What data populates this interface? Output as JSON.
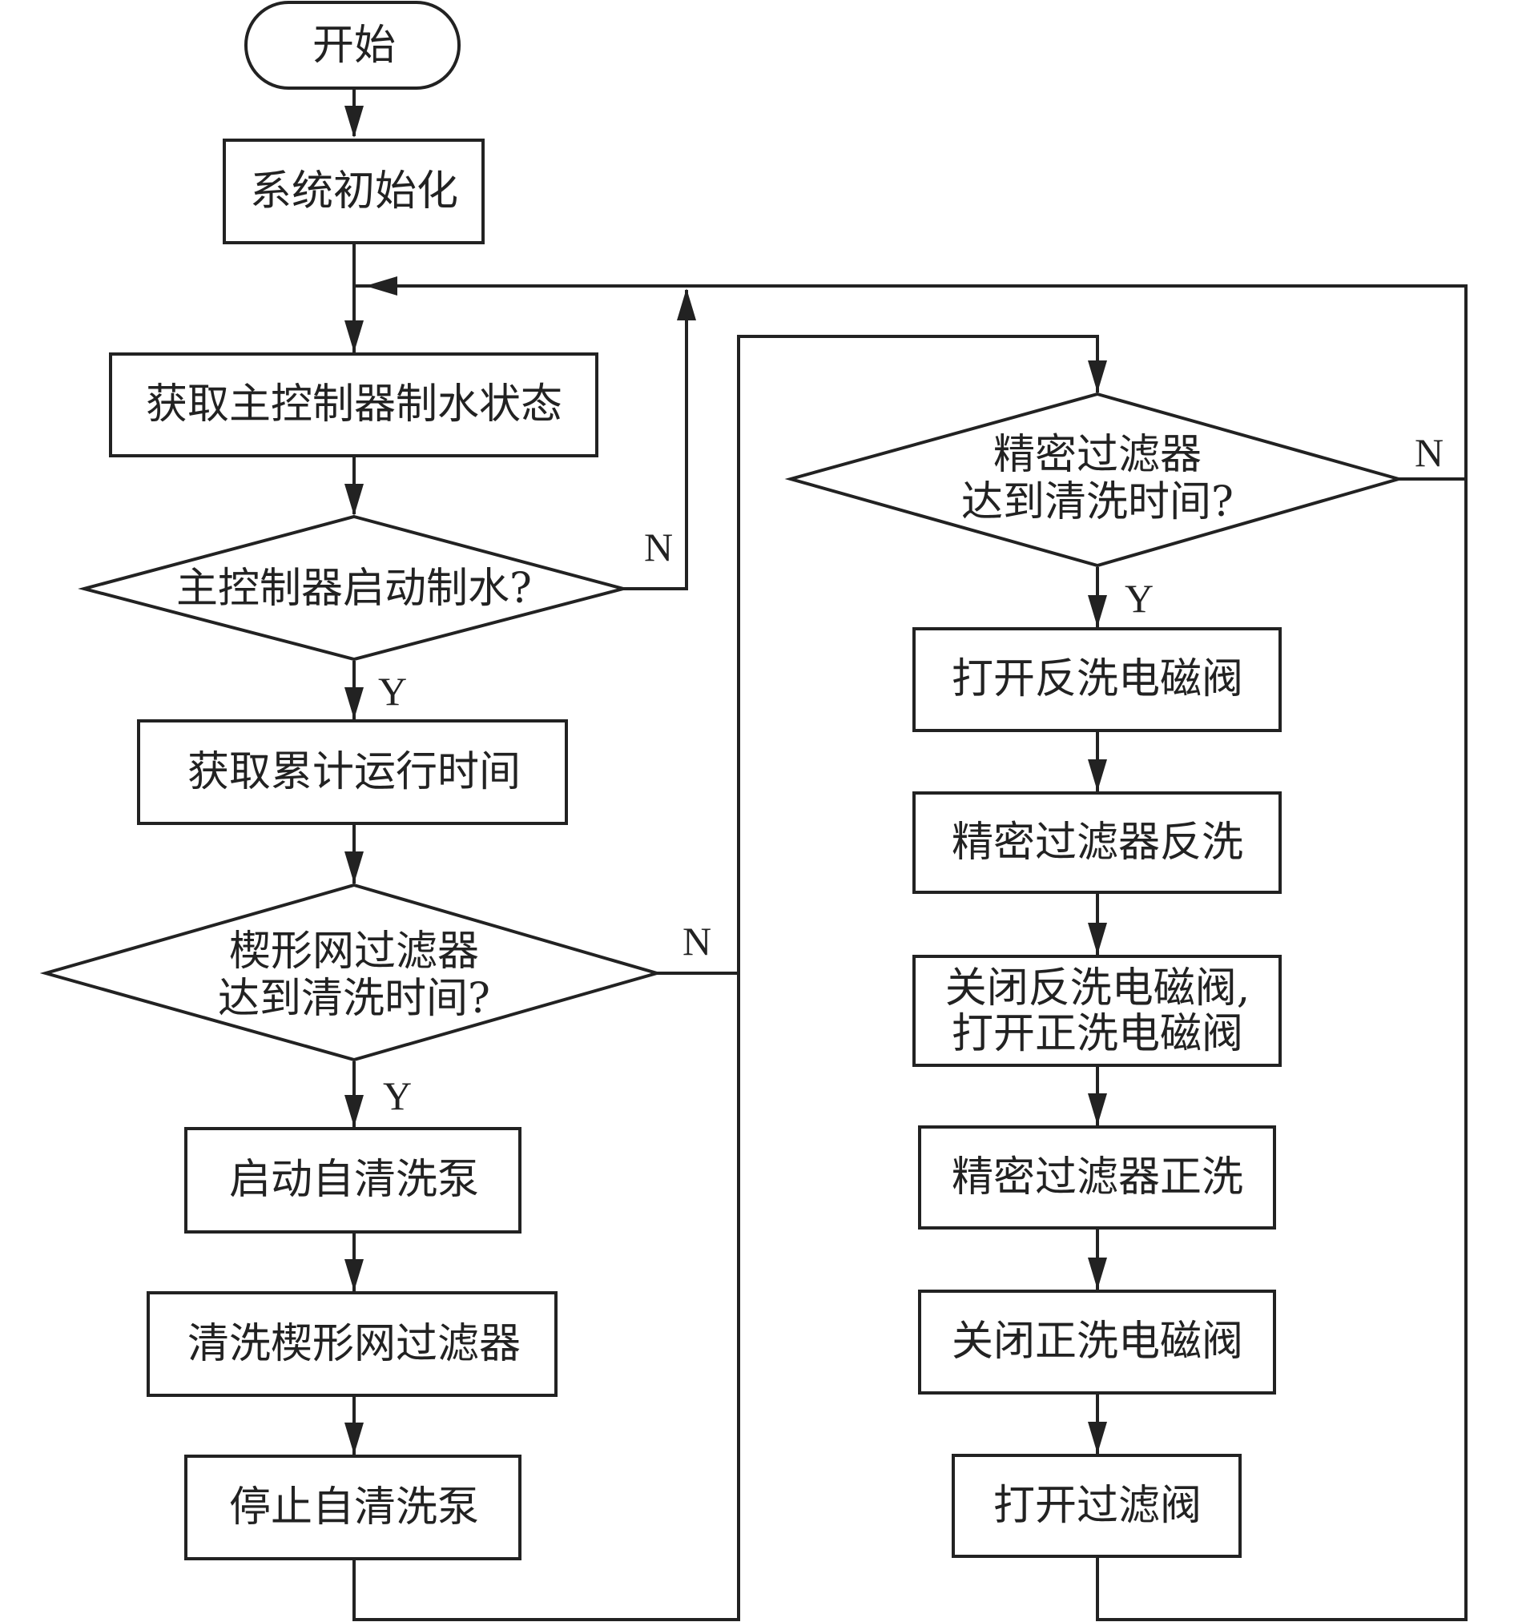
{
  "nodes": {
    "start": "开始",
    "init": "系统初始化",
    "get_state": "获取主控制器制水状态",
    "decision_start": "主控制器启动制水?",
    "get_runtime": "获取累计运行时间",
    "decision_wedge": {
      "line1": "楔形网过滤器",
      "line2": "达到清洗时间?"
    },
    "start_pump": "启动自清洗泵",
    "clean_wedge": "清洗楔形网过滤器",
    "stop_pump": "停止自清洗泵",
    "decision_precise": {
      "line1": "精密过滤器",
      "line2": "达到清洗时间?"
    },
    "open_back_valve": "打开反洗电磁阀",
    "back_wash": "精密过滤器反洗",
    "switch_valve": {
      "line1": "关闭反洗电磁阀,",
      "line2": "打开正洗电磁阀"
    },
    "forward_wash": "精密过滤器正洗",
    "close_forward_valve": "关闭正洗电磁阀",
    "open_filter_valve": "打开过滤阀"
  },
  "branches": {
    "yes": "Y",
    "no": "N"
  }
}
